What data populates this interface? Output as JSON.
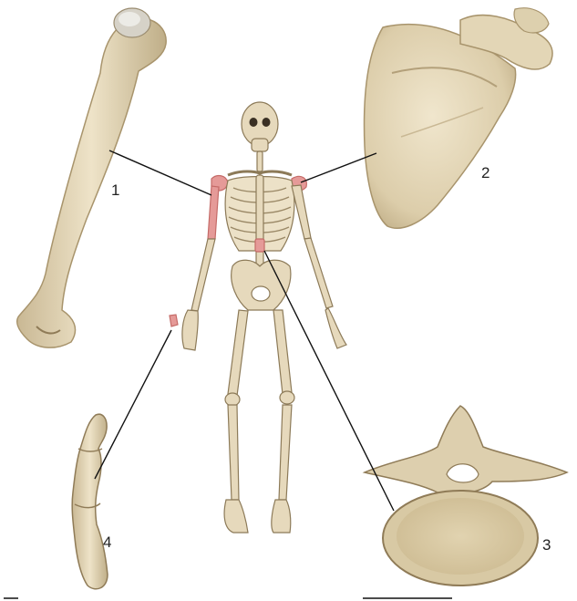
{
  "labels": {
    "humerus": "1",
    "scapula": "2",
    "vertebra": "3",
    "phalanx": "4"
  },
  "colors": {
    "bone": "#e8dcc0",
    "bone_shade": "#c9b894",
    "bone_dark": "#8f7b57",
    "highlight": "#e58b8b",
    "line": "#111111"
  }
}
